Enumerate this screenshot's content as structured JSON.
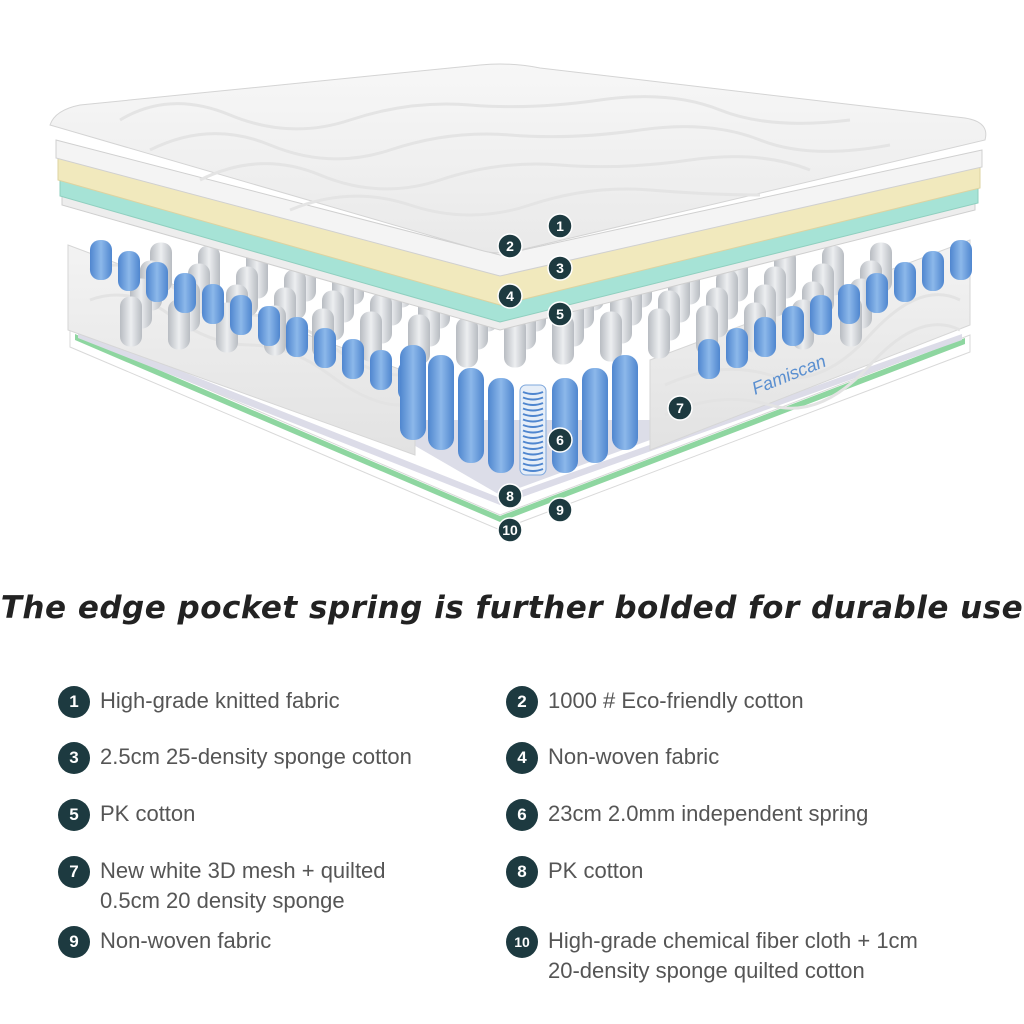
{
  "headline": "The edge pocket spring is further bolded for durable use",
  "brand_logo": "Famiscan",
  "callouts": [
    "1",
    "2",
    "3",
    "4",
    "5",
    "6",
    "7",
    "8",
    "9",
    "10"
  ],
  "legend": [
    {
      "num": "1",
      "text": "High-grade knitted fabric"
    },
    {
      "num": "2",
      "text": "1000 # Eco-friendly cotton"
    },
    {
      "num": "3",
      "text": "2.5cm 25-density sponge cotton"
    },
    {
      "num": "4",
      "text": "Non-woven fabric"
    },
    {
      "num": "5",
      "text": "PK cotton"
    },
    {
      "num": "6",
      "text": "23cm 2.0mm independent spring"
    },
    {
      "num": "7",
      "text": "New white 3D mesh + quilted",
      "text2": "0.5cm 20 density sponge"
    },
    {
      "num": "8",
      "text": "PK cotton"
    },
    {
      "num": "9",
      "text": "Non-woven fabric"
    },
    {
      "num": "10",
      "text": "High-grade chemical fiber cloth + 1cm",
      "text2": "20-density sponge quilted cotton"
    }
  ],
  "colors": {
    "badge": "#1d3a40",
    "layer_yellow": "#f1e9bd",
    "layer_mint": "#a6e3d6",
    "spring_blue": "#6b9edb",
    "spring_gray": "#cfd3d8",
    "base_green": "#8ed6a0"
  }
}
